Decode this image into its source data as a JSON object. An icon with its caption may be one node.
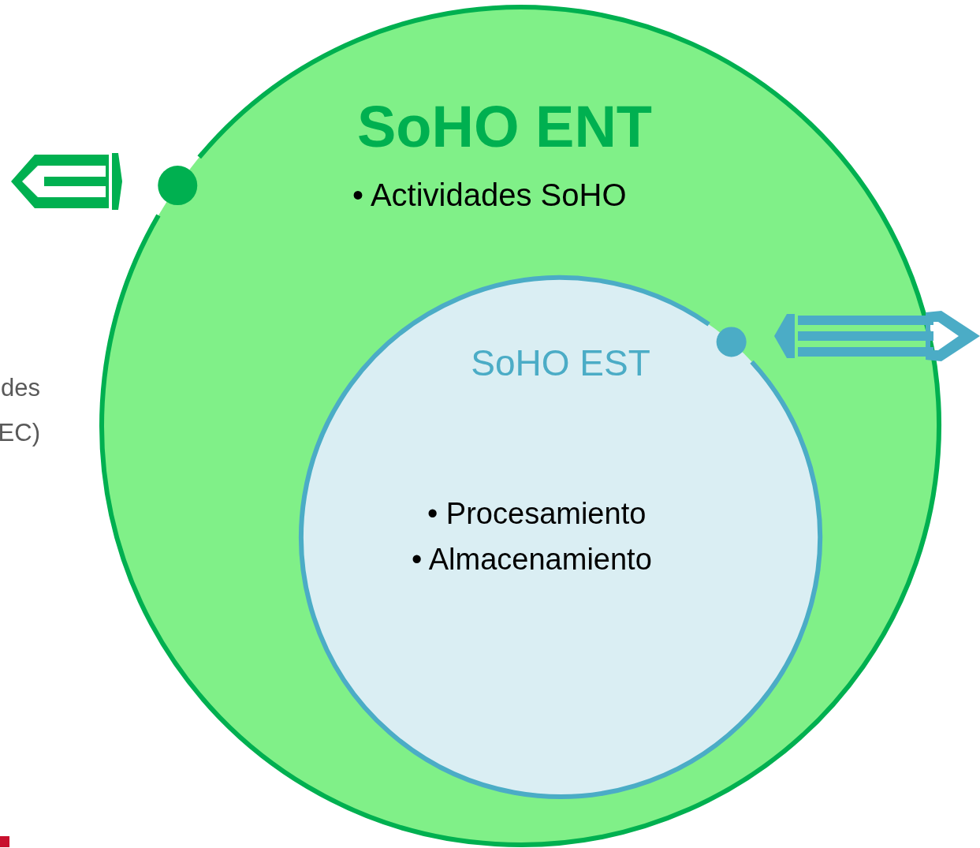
{
  "diagram": {
    "nodes": [
      {
        "text": [
          "SoHO ENT",
          "• Actividades SoHO"
        ]
      },
      {
        "text": [
          "SoHO EST",
          "• Procesamiento",
          "• Almacenamiento"
        ],
        "in": 0
      }
    ],
    "labels": [
      "des",
      "EC)"
    ]
  }
}
